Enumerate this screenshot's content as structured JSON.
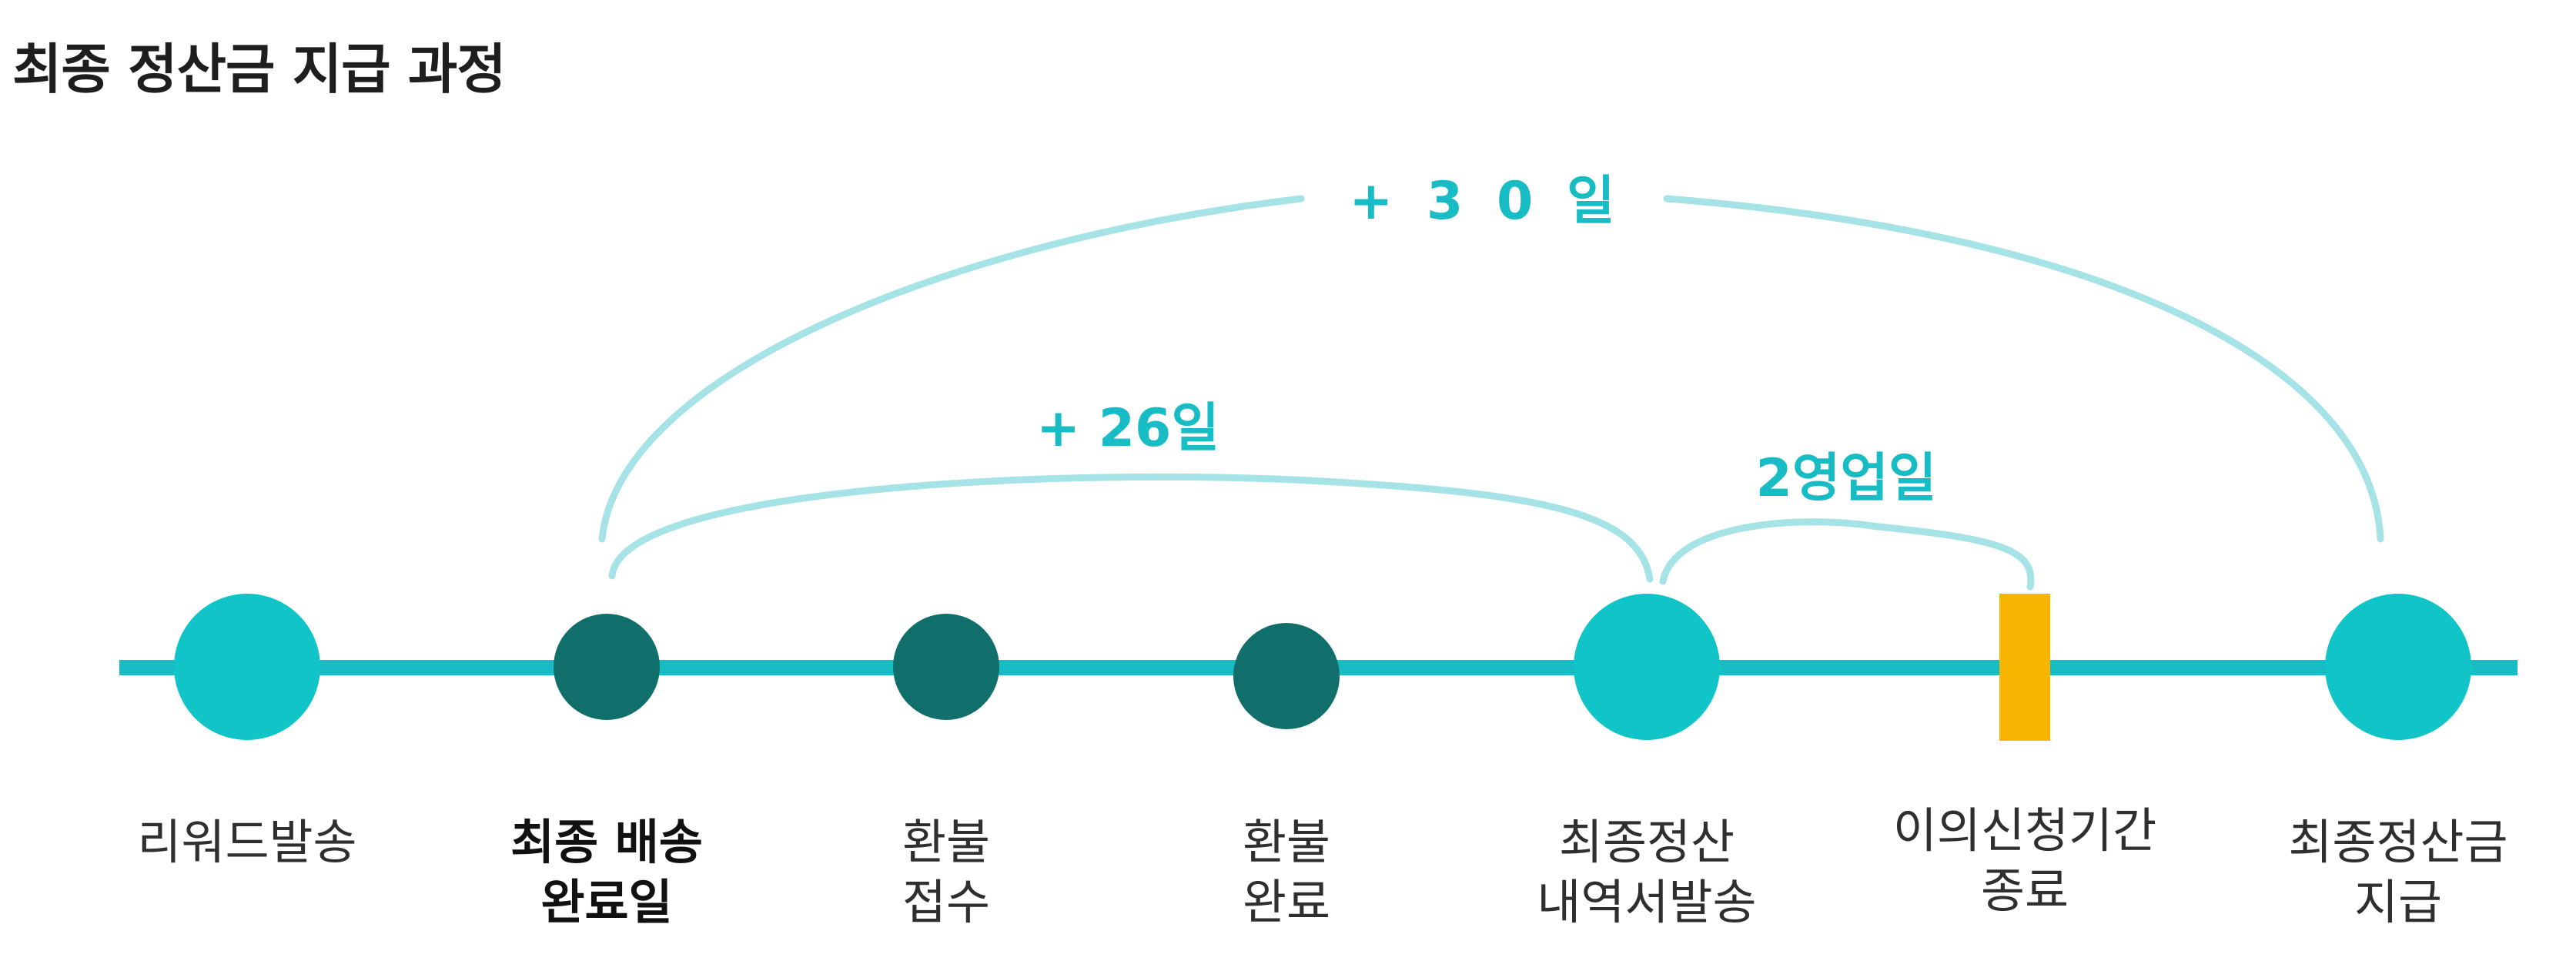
{
  "title": "최종 정산금 지급 과정",
  "colors": {
    "timeline": "#17bcc4",
    "bracket": "#a6e3e6",
    "node_light": "#10c4c8",
    "node_dark": "#116f6b",
    "deadline_marker": "#f7b500",
    "span_text": "#17bcc4"
  },
  "spans": [
    {
      "label": "+ 3 0 일",
      "from": "최종 배송 완료일",
      "to": "최종정산금 지급"
    },
    {
      "label": "+ 26일",
      "from": "최종 배송 완료일",
      "to": "최종정산 내역서발송"
    },
    {
      "label": "2영업일",
      "from": "최종정산 내역서발송",
      "to": "이의신청기간 종료"
    }
  ],
  "nodes": [
    {
      "label": "리워드발송",
      "style": "light-circle",
      "bold": false
    },
    {
      "label": "최종 배송\n완료일",
      "style": "dark-circle",
      "bold": true
    },
    {
      "label": "환불\n접수",
      "style": "dark-circle",
      "bold": false
    },
    {
      "label": "환불\n완료",
      "style": "dark-circle",
      "bold": false
    },
    {
      "label": "최종정산\n내역서발송",
      "style": "light-circle",
      "bold": false
    },
    {
      "label": "이의신청기간\n종료",
      "style": "marker",
      "bold": false
    },
    {
      "label": "최종정산금\n지급",
      "style": "light-circle",
      "bold": false
    }
  ]
}
